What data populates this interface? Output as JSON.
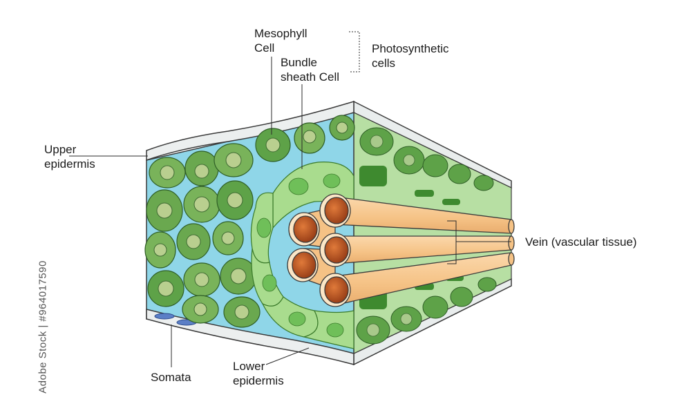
{
  "labels": {
    "mesophyll_cell": "Mesophyll\nCell",
    "bundle_sheath_cell": "Bundle\nsheath Cell",
    "photosynthetic_cells": "Photosynthetic\ncells",
    "upper_epidermis": "Upper\nepidermis",
    "vein": "Vein (vascular tissue)",
    "somata": "Somata",
    "lower_epidermis": "Lower\nepidermis"
  },
  "watermark": "Adobe Stock | #964017590",
  "colors": {
    "epidermis": "#ecefef",
    "airspace": "#8fd6e8",
    "mesophyll": "#79b35a",
    "mesophyll_dark": "#4f8e3b",
    "nucleus": "#b9cf8f",
    "bundle_sheath": "#a9dc8e",
    "bundle_sheath_dark": "#6fbf59",
    "vein_tube": "#f7c891",
    "vein_end": "#b64a1c",
    "stoma": "#5b7fc6",
    "outline": "#3a3a3a"
  }
}
